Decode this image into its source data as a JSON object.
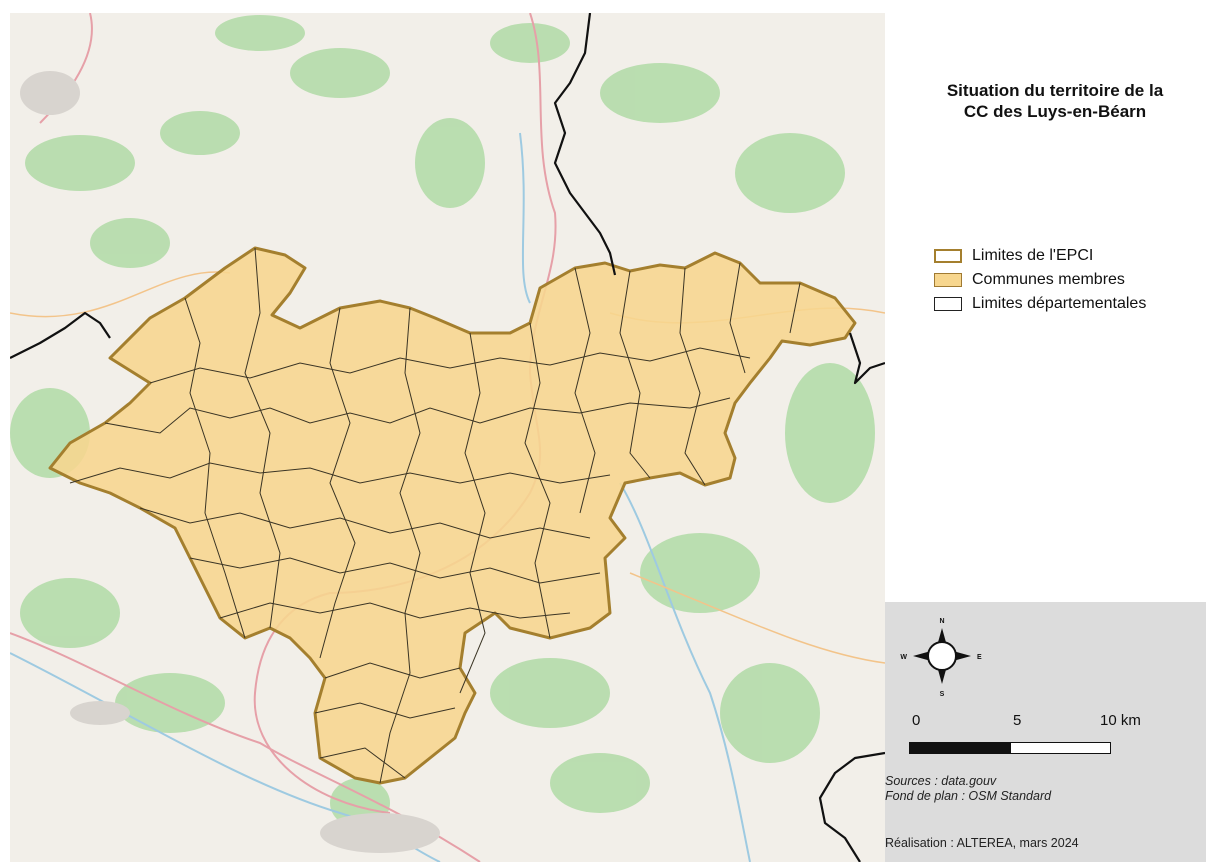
{
  "title": [
    "Situation du territoire de la",
    "CC des Luys-en-Béarn"
  ],
  "legend": {
    "epci": "Limites de l'EPCI",
    "communes": "Communes membres",
    "departements": "Limites départementales"
  },
  "compass": {
    "n": "N",
    "s": "S",
    "e": "E",
    "w": "W"
  },
  "scale": {
    "labels": [
      "0",
      "5",
      "10 km"
    ]
  },
  "sources": [
    "Sources : data.gouv",
    "Fond de plan : OSM Standard"
  ],
  "realisation": "Réalisation : ALTEREA, mars 2024",
  "colors": {
    "epci_border": "#a47f2e",
    "commune_fill": "#f7d68e",
    "department_border": "#111111",
    "basemap": "#f2efe9",
    "forest": "#a9d5a0"
  },
  "icons": [
    "compass-rose-icon"
  ]
}
